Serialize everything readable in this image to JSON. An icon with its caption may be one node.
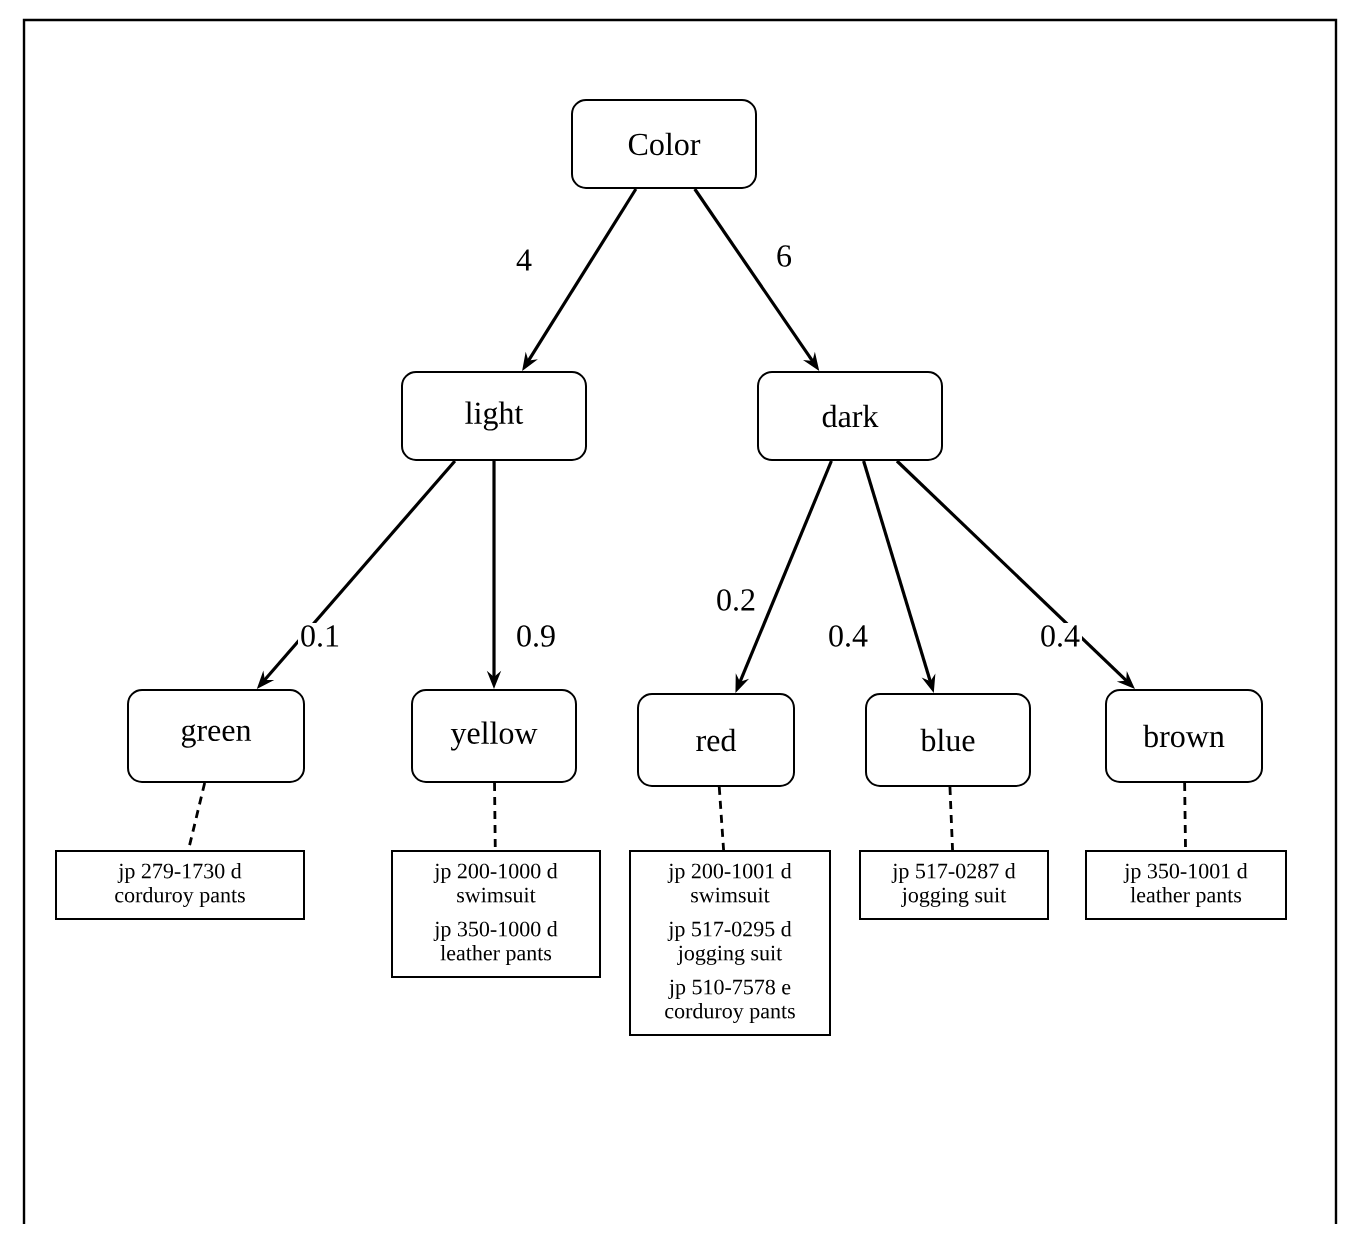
{
  "diagram": {
    "nodes": [
      {
        "text": [
          "Color"
        ]
      },
      {
        "text": [
          "light"
        ]
      },
      {
        "text": [
          "dark"
        ]
      },
      {
        "text": [
          "green"
        ]
      },
      {
        "text": [
          "yellow"
        ]
      },
      {
        "text": [
          "red"
        ]
      },
      {
        "text": [
          "blue"
        ]
      },
      {
        "text": [
          "brown"
        ]
      },
      {
        "text": [
          "jp 279-1730 d",
          "corduroy pants"
        ]
      },
      {
        "text": [
          "jp 200-1000 d",
          "swimsuit",
          "jp 350-1000 d",
          "leather pants"
        ]
      },
      {
        "text": [
          "jp 200-1001 d",
          "swimsuit",
          "jp 517-0295 d",
          "jogging suit",
          "jp 510-7578 e",
          "corduroy pants"
        ]
      },
      {
        "text": [
          "jp 517-0287 d",
          "jogging suit"
        ]
      },
      {
        "text": [
          "jp 350-1001 d",
          "leather pants"
        ]
      }
    ],
    "edges": [
      {
        "from": 0,
        "to": 1,
        "arrow": "to",
        "label": "4"
      },
      {
        "from": 0,
        "to": 2,
        "arrow": "to",
        "label": "6"
      },
      {
        "from": 1,
        "to": 3,
        "arrow": "to",
        "label": "0.1"
      },
      {
        "from": 1,
        "to": 4,
        "arrow": "to",
        "label": "0.9"
      },
      {
        "from": 2,
        "to": 5,
        "arrow": "to",
        "label": "0.2"
      },
      {
        "from": 2,
        "to": 6,
        "arrow": "to",
        "label": "0.4"
      },
      {
        "from": 2,
        "to": 7,
        "arrow": "to",
        "label": "0.4"
      },
      {
        "from": 3,
        "to": 8,
        "arrow": "none",
        "style": "dashed"
      },
      {
        "from": 4,
        "to": 9,
        "arrow": "none",
        "style": "dashed"
      },
      {
        "from": 5,
        "to": 10,
        "arrow": "none",
        "style": "dashed"
      },
      {
        "from": 6,
        "to": 11,
        "arrow": "none",
        "style": "dashed"
      },
      {
        "from": 7,
        "to": 12,
        "arrow": "none",
        "style": "dashed"
      }
    ]
  }
}
